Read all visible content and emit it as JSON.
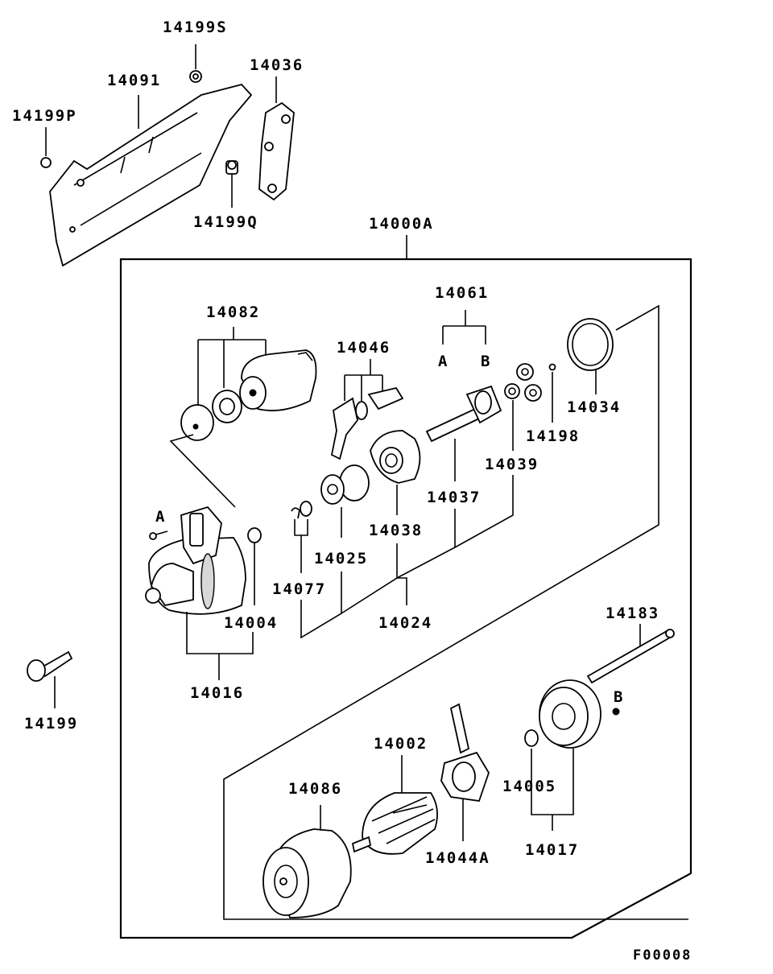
{
  "figure_code": "F00008",
  "labels": {
    "p14199S": "14199S",
    "p14091": "14091",
    "p14036": "14036",
    "p14199P": "14199P",
    "p14199Q": "14199Q",
    "p14000A": "14000A",
    "p14061": "14061",
    "p14082": "14082",
    "p14046": "14046",
    "p14034": "14034",
    "p14198": "14198",
    "p14039": "14039",
    "p14037": "14037",
    "p14038": "14038",
    "p14025": "14025",
    "p14077": "14077",
    "p14024": "14024",
    "p14004": "14004",
    "p14016": "14016",
    "p14199": "14199",
    "p14183": "14183",
    "p14002": "14002",
    "p14086": "14086",
    "p14044A": "14044A",
    "p14005": "14005",
    "p14017": "14017"
  },
  "markers": {
    "a_top": "A",
    "b_top": "B",
    "a_solenoid": "A",
    "b_housing": "B"
  }
}
